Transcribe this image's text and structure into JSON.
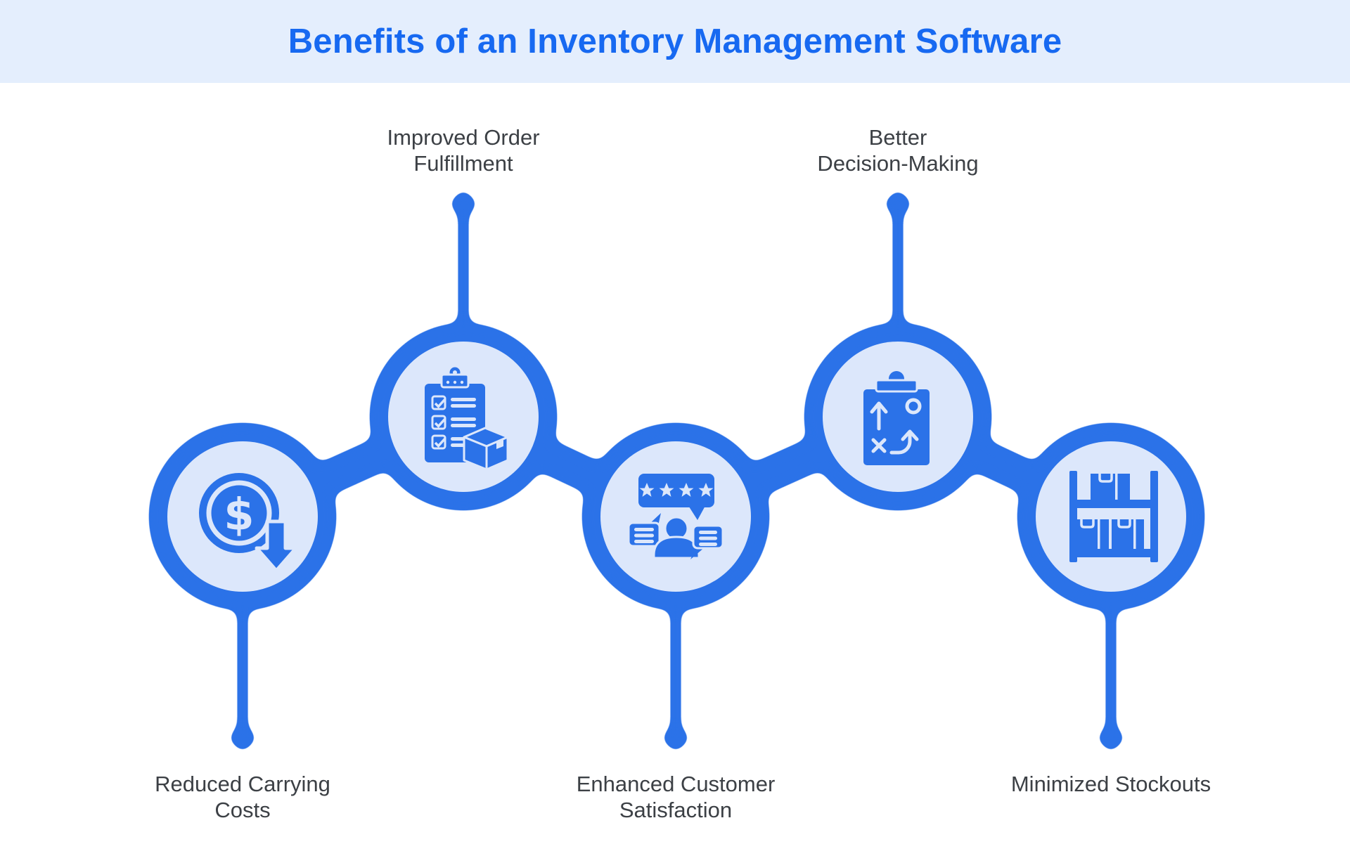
{
  "header": {
    "title": "Benefits of an Inventory Management Software"
  },
  "colors": {
    "accent": "#2b72e8",
    "light": "#dce7fb",
    "banner": "#e4eefd",
    "title": "#1769f1",
    "label": "#3c4045"
  },
  "nodes": [
    {
      "id": "reduced-carrying-costs",
      "label": "Reduced Carrying\nCosts",
      "icon": "dollar-down-arrow-icon",
      "label_position": "below",
      "coin_symbol": "$"
    },
    {
      "id": "improved-order-fulfillment",
      "label": "Improved Order\nFulfillment",
      "icon": "checklist-package-icon",
      "label_position": "above"
    },
    {
      "id": "enhanced-customer-satisfaction",
      "label": "Enhanced Customer\nSatisfaction",
      "icon": "customer-review-icon",
      "label_position": "below"
    },
    {
      "id": "better-decision-making",
      "label": "Better\nDecision-Making",
      "icon": "strategy-plan-icon",
      "label_position": "above"
    },
    {
      "id": "minimized-stockouts",
      "label": "Minimized Stockouts",
      "icon": "stocked-shelf-icon",
      "label_position": "below"
    }
  ]
}
